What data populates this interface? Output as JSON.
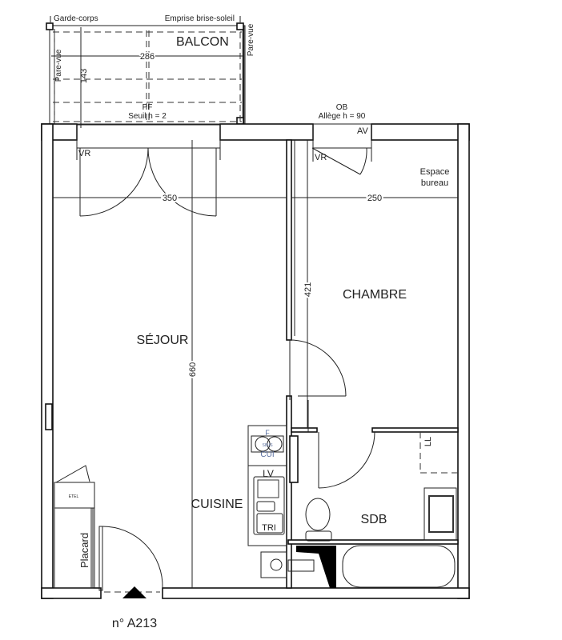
{
  "plan": {
    "balcony": {
      "label": "BALCON",
      "guardrail": "Garde-corps",
      "sunshade": "Emprise brise-soleil",
      "privacy_screen_left": "Pare-vue",
      "privacy_screen_right": "Pare-vue",
      "width_dim": "286",
      "depth_dim": "143",
      "window_type": "PF",
      "window_sill": "Seuil h =  2"
    },
    "window_ob": {
      "type": "OB",
      "sill": "Allège h =  90",
      "av": "AV"
    },
    "shutters": [
      "VR",
      "VR"
    ],
    "rooms": {
      "living": "SÉJOUR",
      "bedroom": "CHAMBRE",
      "kitchen": "CUISINE",
      "bathroom": "SDB",
      "closet": "Placard",
      "desk_area_1": "Espace",
      "desk_area_2": "bureau"
    },
    "dimensions": {
      "living_width": "350",
      "bedroom_width": "250",
      "bedroom_depth": "421",
      "living_depth": "660"
    },
    "fixtures": {
      "fridge": "F",
      "hob_small": "S8US",
      "cooktop": "CUI",
      "dishwasher": "LV",
      "waste": "TRI",
      "washing_machine": "LL",
      "panel": "ETEL"
    },
    "unit_number": "n° A213"
  }
}
